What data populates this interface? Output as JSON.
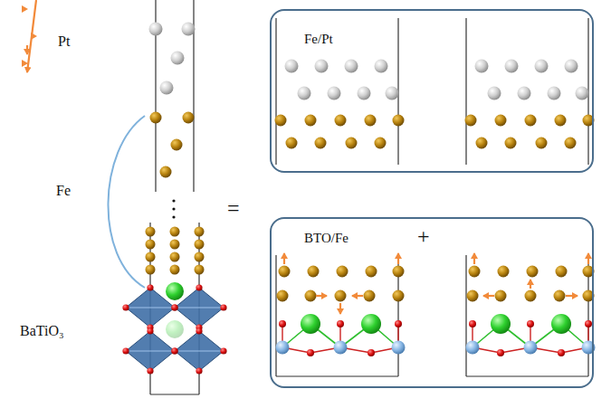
{
  "diagram": {
    "nodes": [
      {
        "text": [
          "Fe/Pt"
        ]
      },
      {
        "text": [
          "BTO/Fe"
        ]
      }
    ],
    "labels": [
      "Pt",
      "Fe",
      "BaTiO₃",
      "=",
      "+"
    ]
  }
}
